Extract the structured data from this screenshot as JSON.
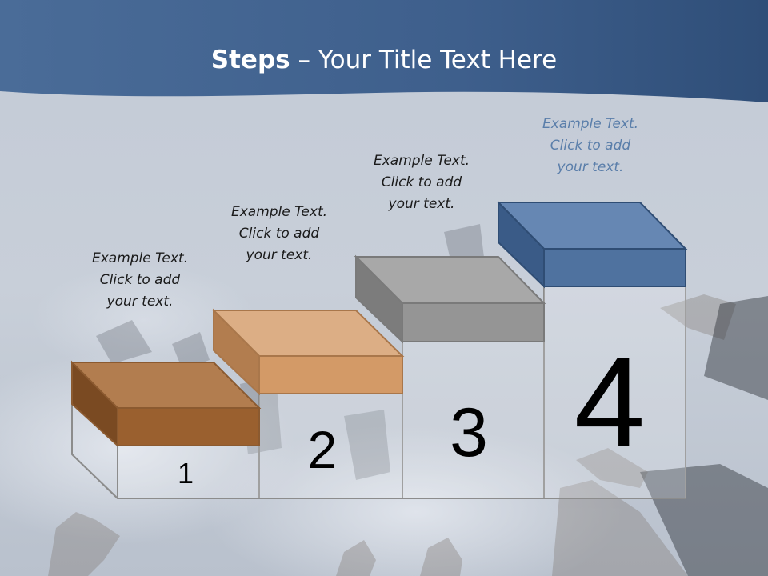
{
  "slide": {
    "title_bold": "Steps",
    "title_rest": " – Your Title Text Here",
    "colors": {
      "banner": "#3e5f8c",
      "step1": "#9a602f",
      "step2": "#d39a67",
      "step3": "#959595",
      "step4": "#4f729f",
      "text4": "#5a7eaa"
    },
    "steps": [
      {
        "number": "1",
        "text": [
          "Example Text.",
          "Click  to add",
          "your text."
        ]
      },
      {
        "number": "2",
        "text": [
          "Example Text.",
          "Click  to add",
          "your text."
        ]
      },
      {
        "number": "3",
        "text": [
          "Example Text.",
          "Click  to add",
          "your text."
        ]
      },
      {
        "number": "4",
        "text": [
          "Example Text.",
          "Click  to add",
          "your text."
        ]
      }
    ]
  }
}
